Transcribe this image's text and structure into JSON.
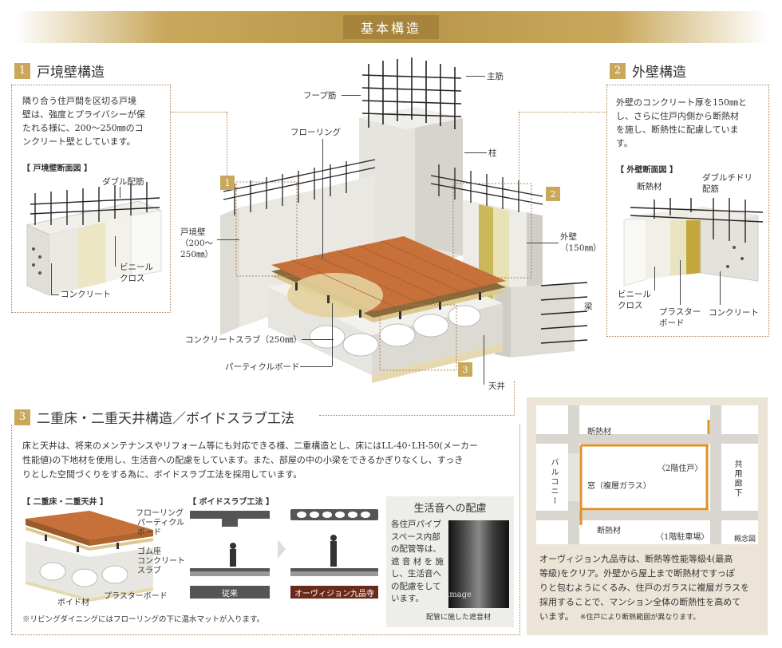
{
  "banner": {
    "title": "基本構造"
  },
  "sec1": {
    "num": "1",
    "title": "戸境壁構造",
    "text_lines": [
      "隣り合う住戸間を区切る戸境",
      "壁は、強度とプライバシーが保",
      "たれる様に、200〜250㎜のコ",
      "ンクリート壁としています。"
    ],
    "diagram_title": "【 戸境壁断面図 】",
    "labels": {
      "rebar": "ダブル配筋",
      "vinyl1": "ビニール",
      "vinyl2": "クロス",
      "concrete": "コンクリート"
    }
  },
  "sec2": {
    "num": "2",
    "title": "外壁構造",
    "text_lines": [
      "外壁のコンクリート厚を150㎜と",
      "し、さらに住戸内側から断熱材",
      "を施し、断熱性に配慮していま",
      "す。"
    ],
    "diagram_title": "【 外壁断面図 】",
    "labels": {
      "insul": "断熱材",
      "rebar1": "ダブルチドリ",
      "rebar2": "配筋",
      "vinyl1": "ビニール",
      "vinyl2": "クロス",
      "plaster1": "プラスター",
      "plaster2": "ボード",
      "concrete": "コンクリート"
    }
  },
  "center": {
    "labels": {
      "main_rebar": "主筋",
      "hoop": "フープ筋",
      "flooring": "フローリング",
      "column": "柱",
      "party_wall1": "戸境壁",
      "party_wall2": "（200〜",
      "party_wall3": "250㎜）",
      "ext_wall1": "外壁",
      "ext_wall2": "（150㎜）",
      "beam": "梁",
      "slab": "コンクリートスラブ（250㎜）",
      "particle": "パーティクルボード",
      "ceiling": "天井"
    },
    "tags": [
      "1",
      "2",
      "3"
    ]
  },
  "sec3": {
    "num": "3",
    "title": "二重床・二重天井構造／ボイドスラブ工法",
    "text_lines": [
      "床と天井は、将来のメンテナンスやリフォーム等にも対応できる様、二重構造とし、床にはLL-40･LH-50(メーカー",
      "性能値)の下地材を使用し、生活音への配慮をしています。また、部屋の中の小梁をできるかぎりなくし、すっき",
      "りとした空間づくりをする為に、ボイドスラブ工法を採用しています。"
    ],
    "double_title": "【 二重床・二重天井 】",
    "double_labels": {
      "flooring": "フローリング",
      "particle1": "パーティクル",
      "particle2": "ボード",
      "rubber": "ゴム座",
      "concrete1": "コンクリート",
      "concrete2": "スラブ",
      "void": "ボイド材",
      "plaster": "プラスターボード"
    },
    "void_title": "【 ボイドスラブ工法 】",
    "conventional": "従来",
    "ours": "オーヴィジョン九品寺",
    "note": "※リビングダイニングにはフローリングの下に温水マットが入ります。"
  },
  "sound": {
    "title": "生活音への配慮",
    "text_lines": [
      "各住戸パイプ",
      "スペース内部",
      "の配管等は、",
      "遮 音 材 を 施",
      "し、生活音へ",
      "の配慮をして",
      "います。"
    ],
    "image_label": "image",
    "caption": "配管に施した遮音材"
  },
  "insulation": {
    "labels": {
      "insul_top": "断熱材",
      "floor2": "〈2階住戸〉",
      "balcony": "バルコニー",
      "window": "窓（複層ガラス）",
      "corridor": "共用廊下",
      "insul_bottom": "断熱材",
      "floor1": "〈1階駐車場〉",
      "concept": "概念図"
    },
    "text_lines": [
      "オーヴィジョン九品寺は、断熱等性能等級4(最高",
      "等級)をクリア。外壁から屋上まで断熱材ですっぽ",
      "りと包むようにくるみ、住戸のガラスに複層ガラスを",
      "採用することで、マンション全体の断熱性を高めて"
    ],
    "last_line": "います。",
    "last_note": "※住戸により断熱範囲が異なります。"
  },
  "colors": {
    "gold": "#c9a85c",
    "wood": "#c8703a",
    "concrete": "#e6e4de",
    "brown_label": "#6a2a1a"
  }
}
